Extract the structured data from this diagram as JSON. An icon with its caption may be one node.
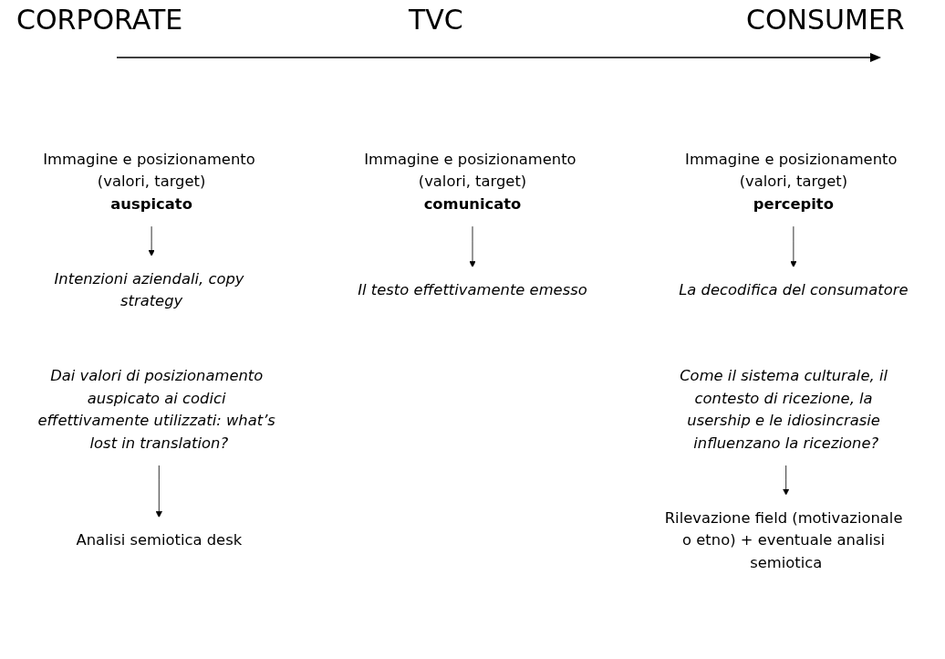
{
  "diagram": {
    "nodes": [
      {
        "text": [
          "Immagine e posizionamento (valori, target)",
          "auspicato"
        ]
      },
      {
        "text": [
          "Immagine e posizionamento (valori, target)",
          "comunicato"
        ]
      },
      {
        "text": [
          "Immagine e posizionamento (valori, target)",
          "percepito"
        ]
      },
      {
        "text": [
          "Intenzioni aziendali, copy strategy"
        ]
      },
      {
        "text": [
          "Il testo effettivamente emesso"
        ]
      },
      {
        "text": [
          "La decodifica del consumatore"
        ]
      },
      {
        "text": [
          "Dai valori di posizionamento auspicato ai codici effettivamente utilizzati: what’s lost in translation?"
        ]
      },
      {
        "text": [
          "Come il sistema culturale, il contesto di ricezione, la usership e le idiosincrasie influenzano la ricezione?"
        ]
      },
      {
        "text": [
          "Analisi semiotica desk"
        ]
      },
      {
        "text": [
          "Rilevazione field (motivazionale o etno) + eventuale analisi semiotica"
        ]
      }
    ],
    "edges": [
      {
        "from": 0,
        "to": 3,
        "arrow": "to"
      },
      {
        "from": 1,
        "to": 4,
        "arrow": "to"
      },
      {
        "from": 2,
        "to": 5,
        "arrow": "to"
      },
      {
        "from": 6,
        "to": 8,
        "arrow": "to"
      },
      {
        "from": 7,
        "to": 9,
        "arrow": "to"
      }
    ],
    "labels": [
      "CORPORATE",
      "TVC",
      "CONSUMER"
    ]
  }
}
